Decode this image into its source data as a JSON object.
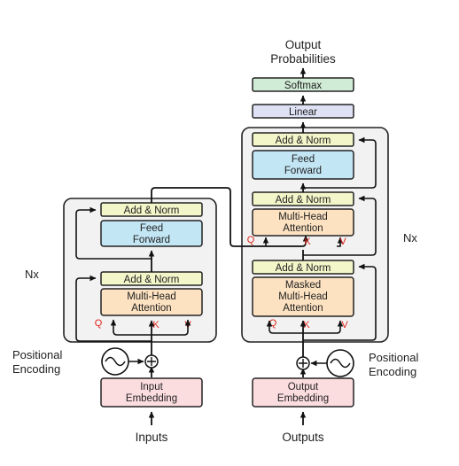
{
  "colors": {
    "add_norm": "#f3f6c9",
    "feed_forward": "#c3e6f5",
    "attention": "#fde2c1",
    "embedding": "#fbdcdf",
    "linear": "#dfe1f5",
    "softmax": "#d1ecd6",
    "stack_bg": "#f2f2f2",
    "qkv": "#e0231a"
  },
  "encoder": {
    "add_norm_top": "Add & Norm",
    "feed_forward": [
      "Feed",
      "Forward"
    ],
    "add_norm_bottom": "Add & Norm",
    "attention": [
      "Multi-Head",
      "Attention"
    ],
    "q": "Q",
    "k": "K",
    "v": "V",
    "repeat": "Nx"
  },
  "decoder": {
    "add_norm_top": "Add & Norm",
    "feed_forward": [
      "Feed",
      "Forward"
    ],
    "add_norm_middle": "Add & Norm",
    "cross_attention": [
      "Multi-Head",
      "Attention"
    ],
    "add_norm_bottom": "Add & Norm",
    "masked_attention": [
      "Masked",
      "Multi-Head",
      "Attention"
    ],
    "cross_q": "Q",
    "cross_k": "K",
    "cross_v": "V",
    "q": "Q",
    "k": "K",
    "v": "V",
    "repeat": "Nx"
  },
  "output": {
    "title": [
      "Output",
      "Probabilities"
    ],
    "softmax": "Softmax",
    "linear": "Linear"
  },
  "embeddings": {
    "input": [
      "Input",
      "Embedding"
    ],
    "output": [
      "Output",
      "Embedding"
    ]
  },
  "positional_encoding": {
    "left": [
      "Positional",
      "Encoding"
    ],
    "right": [
      "Positional",
      "Encoding"
    ]
  },
  "inputs_label": "Inputs",
  "outputs_label": "Outputs"
}
